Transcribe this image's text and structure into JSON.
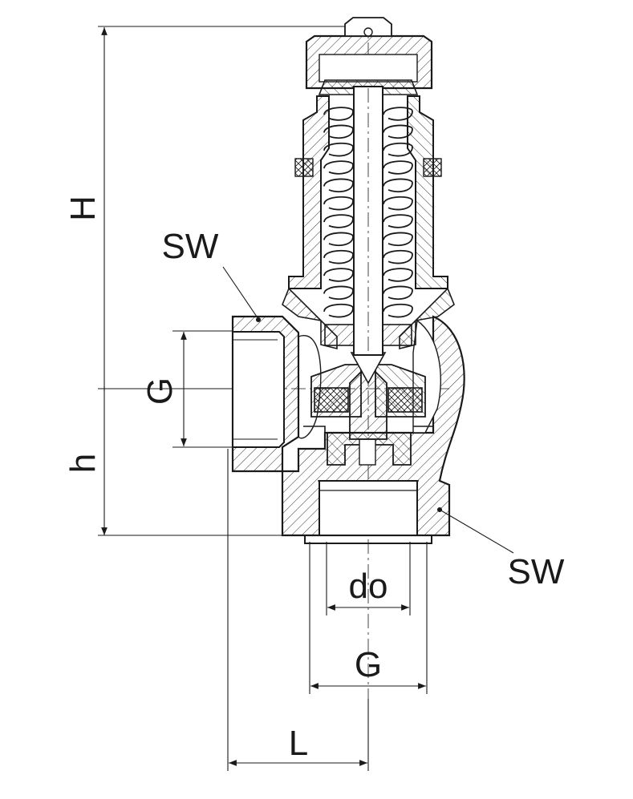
{
  "labels": {
    "height_total": "H",
    "height_inlet": "h",
    "thread_side": "G",
    "thread_bottom": "G",
    "seat_diameter": "do",
    "length": "L",
    "wrench_size_top": "SW",
    "wrench_size_bottom": "SW"
  },
  "colors": {
    "line": "#1a1a1a",
    "background": "#ffffff"
  }
}
